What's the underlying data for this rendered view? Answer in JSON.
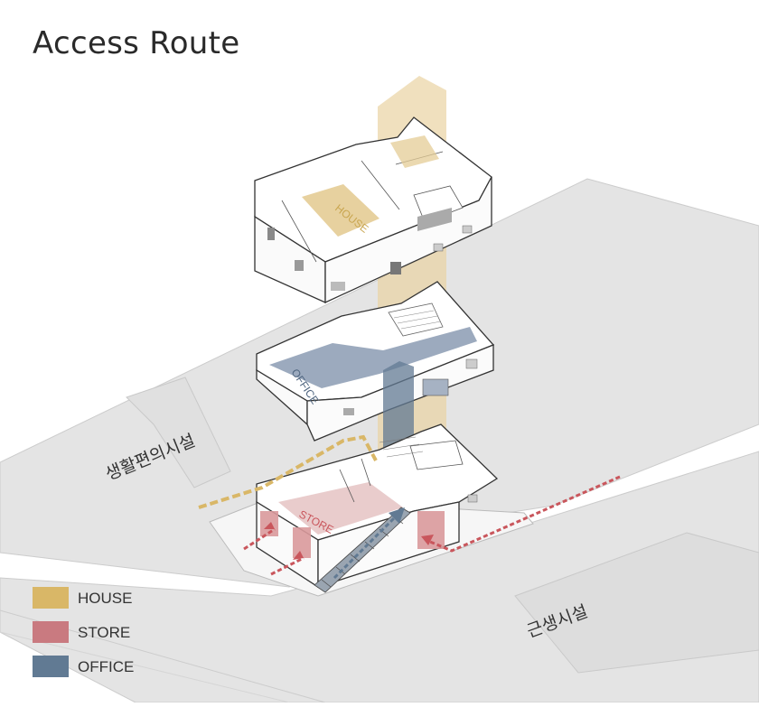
{
  "title": "Access Route",
  "legend": [
    {
      "label": "HOUSE",
      "color": "#d9b767"
    },
    {
      "label": "STORE",
      "color": "#c97a80"
    },
    {
      "label": "OFFICE",
      "color": "#617a93"
    }
  ],
  "floors": {
    "house": "HOUSE",
    "office": "OFFICE",
    "store": "STORE"
  },
  "streets": {
    "left": "생활편의시설",
    "right": "근생시설"
  },
  "colors": {
    "house": "#d9b767",
    "store": "#c97a80",
    "office": "#617a93",
    "street": "#e4e4e4",
    "street_edge": "#c9c9c9"
  }
}
